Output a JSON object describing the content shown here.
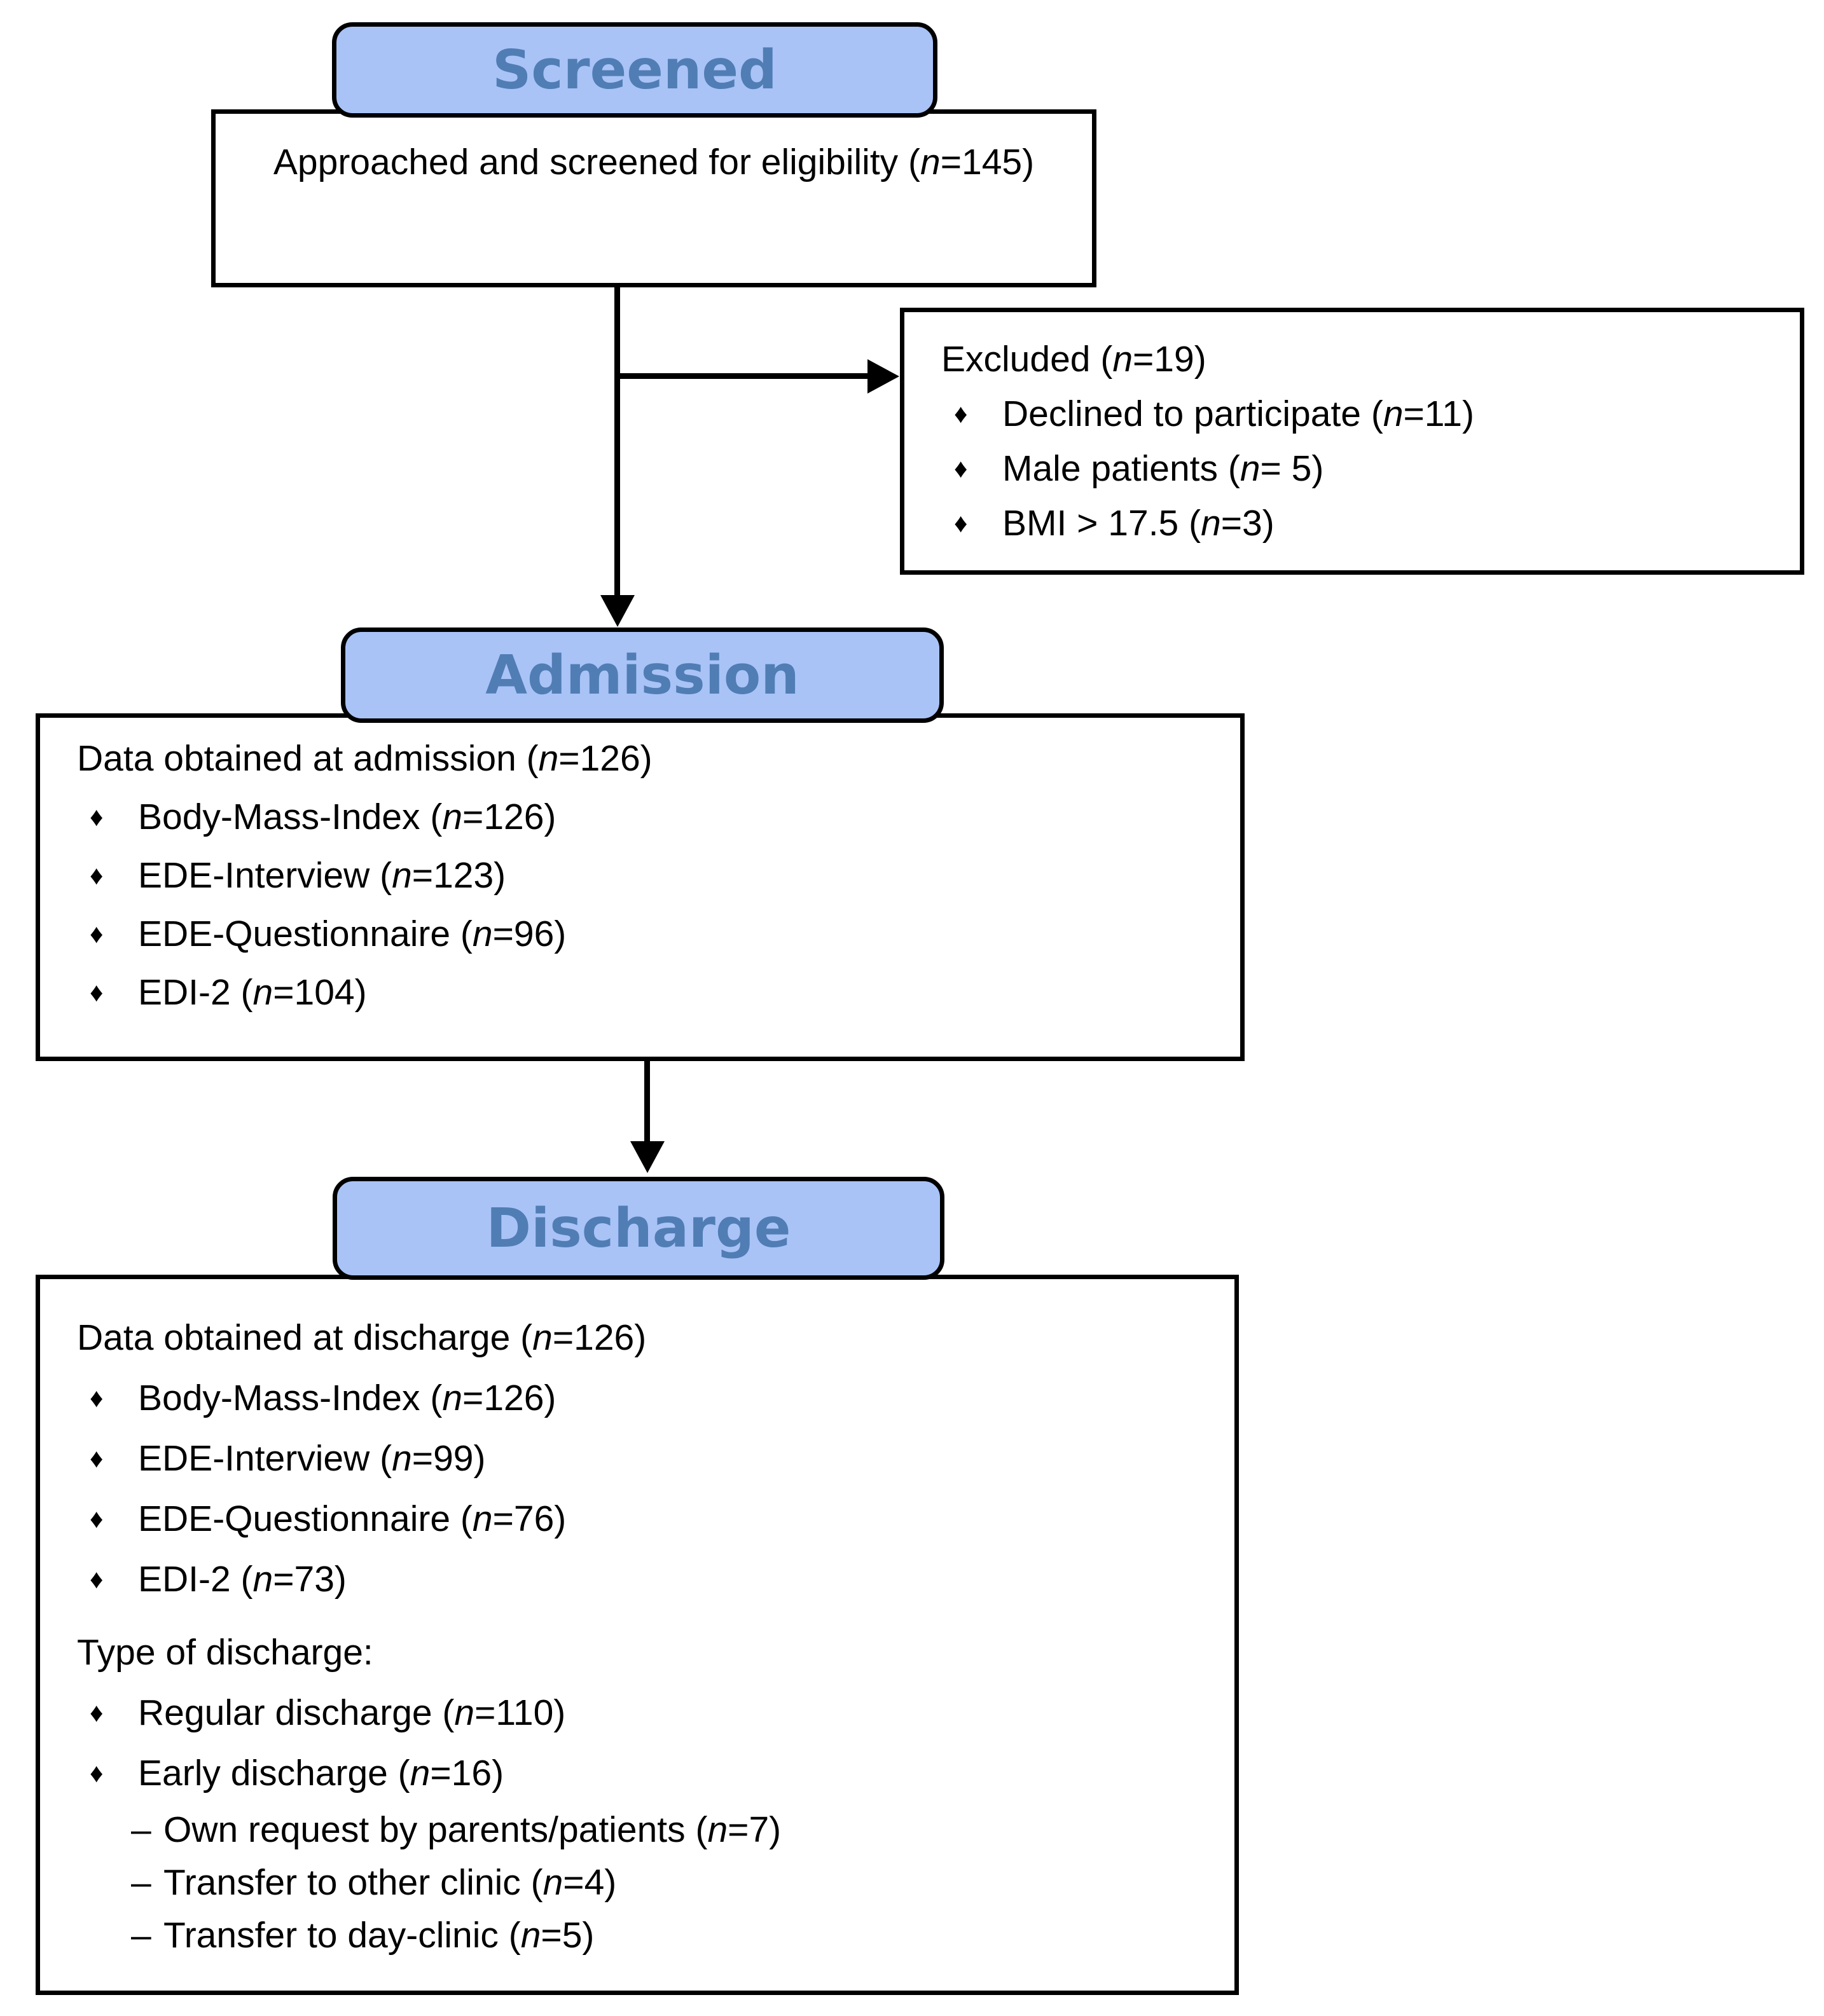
{
  "colors": {
    "header_bg": "#A9C3F7",
    "header_text": "#507DB4",
    "line": "#000000",
    "box_bg": "#FFFFFF",
    "text": "#000000"
  },
  "shared": {
    "n": "n",
    "bullets": {
      "diamond": "♦",
      "dash": "–"
    }
  },
  "screened": {
    "header_label": "Screened",
    "body": {
      "pre": "Approached and screened for eligibility (",
      "post": "=145)"
    }
  },
  "excluded": {
    "title": {
      "pre": "Excluded (",
      "post": "=19)"
    },
    "items": [
      {
        "bullet": "diamond",
        "pre": "Declined to participate (",
        "post": "=11)"
      },
      {
        "bullet": "diamond",
        "pre": "Male patients (",
        "post": "= 5)"
      },
      {
        "bullet": "diamond",
        "pre": "BMI > 17.5 (",
        "post": "=3)"
      }
    ]
  },
  "admission": {
    "header_label": "Admission",
    "title": {
      "pre": "Data obtained at admission (",
      "post": "=126)"
    },
    "items": [
      {
        "bullet": "diamond",
        "pre": "Body-Mass-Index (",
        "post": "=126)"
      },
      {
        "bullet": "diamond",
        "pre": "EDE-Interview (",
        "post": "=123)"
      },
      {
        "bullet": "diamond",
        "pre": "EDE-Questionnaire (",
        "post": "=96)"
      },
      {
        "bullet": "diamond",
        "pre": "EDI-2 (",
        "post": "=104)"
      }
    ]
  },
  "discharge": {
    "header_label": "Discharge",
    "title": {
      "pre": "Data obtained at discharge (",
      "post": "=126)"
    },
    "items": [
      {
        "bullet": "diamond",
        "pre": "Body-Mass-Index (",
        "post": "=126)"
      },
      {
        "bullet": "diamond",
        "pre": "EDE-Interview (",
        "post": "=99)"
      },
      {
        "bullet": "diamond",
        "pre": "EDE-Questionnaire (",
        "post": "=76)"
      },
      {
        "bullet": "diamond",
        "pre": "EDI-2 (",
        "post": "=73)"
      },
      {
        "bullet": "none",
        "gap": true,
        "pre": "Type of discharge:",
        "post": ""
      },
      {
        "bullet": "diamond",
        "pre": "Regular discharge (",
        "post": "=110)"
      },
      {
        "bullet": "diamond",
        "pre": "Early discharge (",
        "post": "=16)"
      },
      {
        "bullet": "dash",
        "sub": true,
        "pre": "Own request by parents/patients (",
        "post": "=7)"
      },
      {
        "bullet": "dash",
        "sub": true,
        "pre": "Transfer to other clinic (",
        "post": "=4)"
      },
      {
        "bullet": "dash",
        "sub": true,
        "pre": "Transfer to day-clinic (",
        "post": "=5)"
      }
    ]
  }
}
